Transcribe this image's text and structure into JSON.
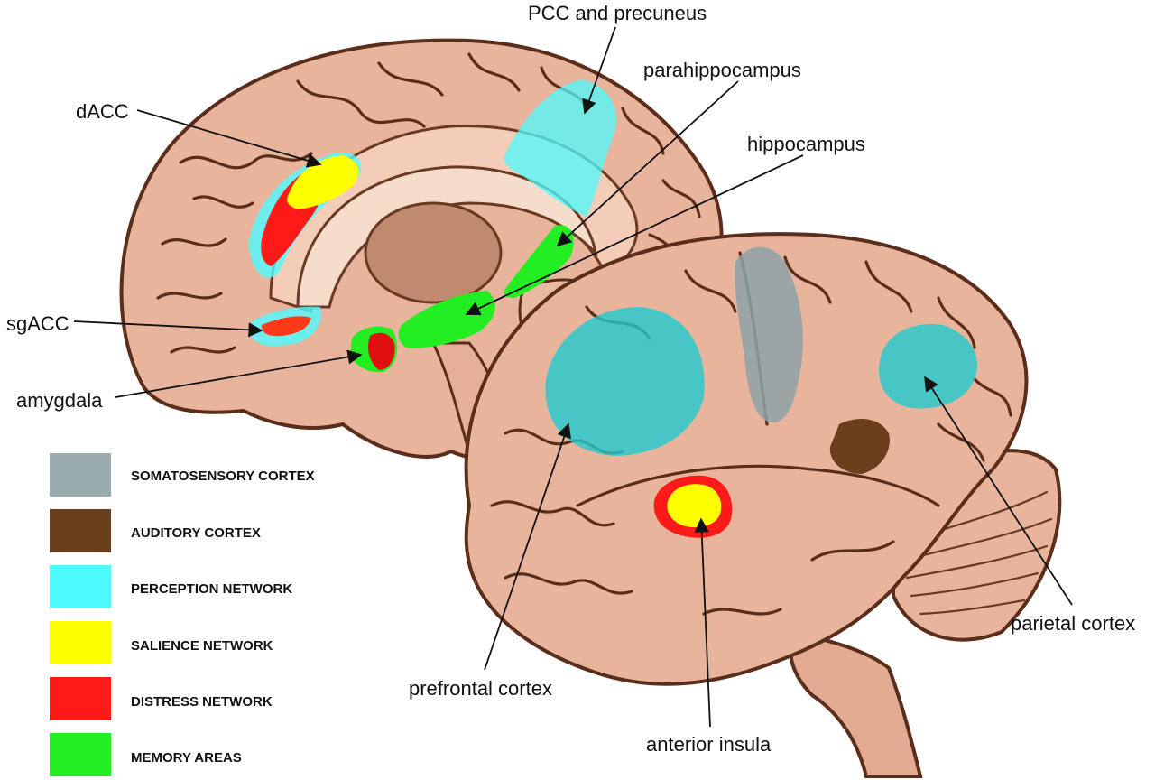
{
  "labels": {
    "pcc": "PCC and precuneus",
    "parahippocampus": "parahippocampus",
    "hippocampus": "hippocampus",
    "dacc": "dACC",
    "sgacc": "sgACC",
    "amygdala": "amygdala",
    "prefrontal": "prefrontal cortex",
    "insula": "anterior insula",
    "parietal": "parietal cortex"
  },
  "legend": [
    {
      "label": "SOMATOSENSORY CORTEX",
      "color": "#9aacb0"
    },
    {
      "label": "AUDITORY CORTEX",
      "color": "#6b3f1c"
    },
    {
      "label": "PERCEPTION NETWORK",
      "color": "#4dfbff"
    },
    {
      "label": "SALIENCE NETWORK",
      "color": "#ffff00"
    },
    {
      "label": "DISTRESS NETWORK",
      "color": "#ff1a1a"
    },
    {
      "label": "MEMORY AREAS",
      "color": "#22ee22"
    }
  ]
}
